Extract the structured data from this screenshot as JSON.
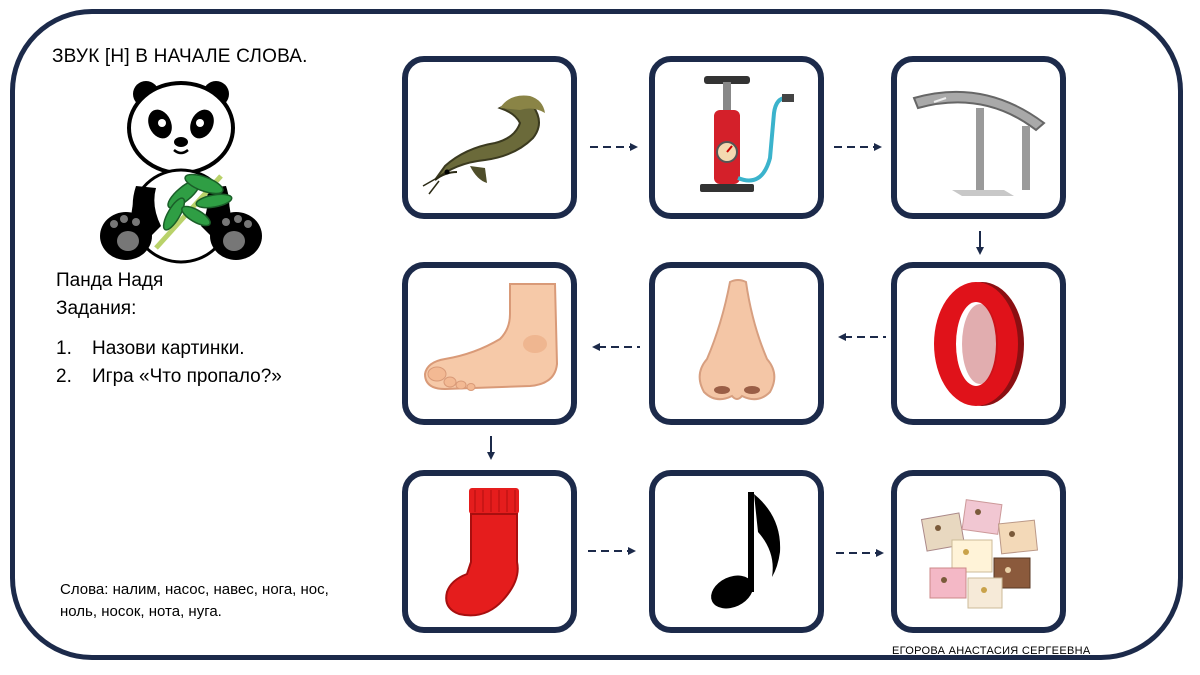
{
  "title": "ЗВУК [Н] В НАЧАЛЕ СЛОВА.",
  "panda_name": "Панда Надя",
  "tasks_title": "Задания:",
  "tasks": [
    {
      "num": "1.",
      "text": "Назови картинки."
    },
    {
      "num": "2.",
      "text": "Игра «Что пропало?»"
    }
  ],
  "words": "Слова: налим, насос, навес, нога, нос, ноль, носок, нота, нуга.",
  "author": "ЕГОРОВА АНАСТАСИЯ СЕРГЕЕВНА",
  "cards": [
    {
      "name": "fish-image"
    },
    {
      "name": "pump-image"
    },
    {
      "name": "canopy-image"
    },
    {
      "name": "zero-image"
    },
    {
      "name": "nose-image"
    },
    {
      "name": "foot-image"
    },
    {
      "name": "sock-image"
    },
    {
      "name": "note-image"
    },
    {
      "name": "nougat-image"
    }
  ],
  "colors": {
    "frame": "#1c2a4a",
    "arrow": "#1c2a4a",
    "zero": "#e0121a",
    "sock": "#e51d1d"
  }
}
